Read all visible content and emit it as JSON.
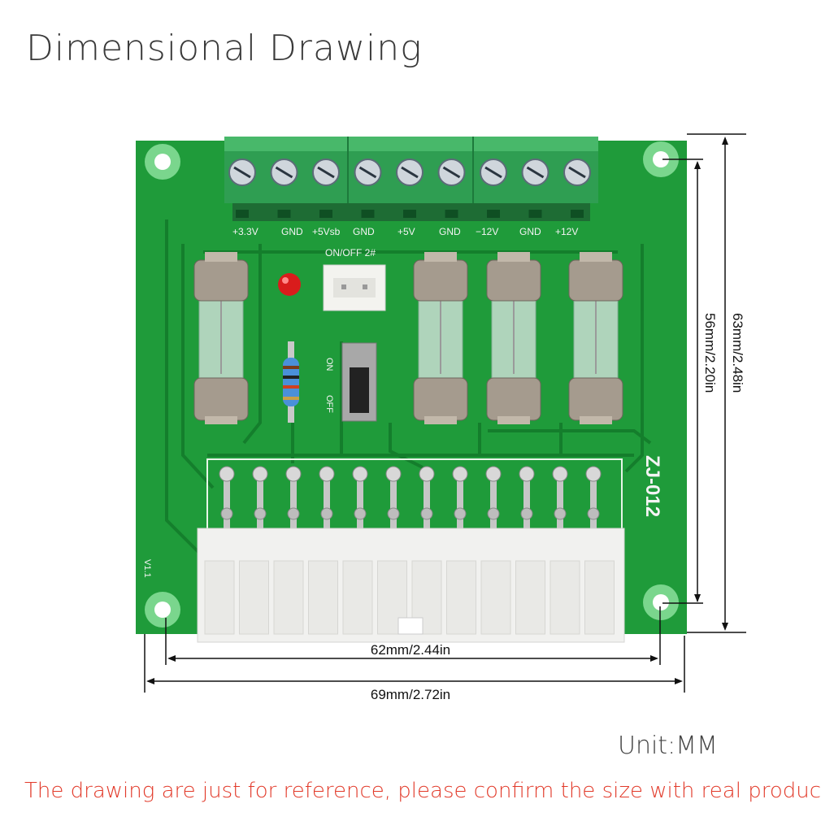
{
  "title": "Dimensional Drawing",
  "board": {
    "model": "ZJ-012",
    "version": "V1.1",
    "terminal_labels": [
      "+3.3V",
      "GND",
      "+5Vsb",
      "GND",
      "+5V",
      "GND",
      "−12V",
      "GND",
      "+12V"
    ],
    "switch_header_label": "ON/OFF 2#",
    "switch_on": "ON",
    "switch_off": "OFF",
    "fuse_count": 4,
    "atx_pin_columns": 12,
    "colors": {
      "pcb": "#1f9b3a",
      "pcb_dark": "#137a2a",
      "terminal": "#2f9e52",
      "connector": "#f1f1ef",
      "led": "#d91c1c"
    }
  },
  "dimensions": {
    "height_outer": "63mm/2.48in",
    "height_inner": "56mm/2.20in",
    "width_inner": "62mm/2.44in",
    "width_outer": "69mm/2.72in"
  },
  "unit": "Unit:MM",
  "disclaimer": "The drawing are just for reference, please confirm the size with real products."
}
